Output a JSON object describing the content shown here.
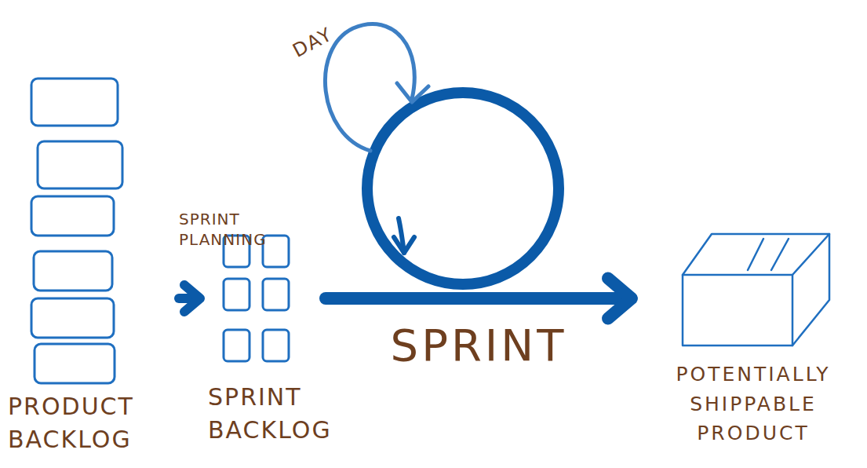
{
  "diagram": {
    "nodes": [
      {
        "text": [
          "PRODUCT BACKLOG"
        ]
      },
      {
        "text": [
          "SPRINT BACKLOG"
        ]
      },
      {
        "text": [
          "POTENTIALLY SHIPPABLE PRODUCT"
        ]
      }
    ],
    "edges": [
      {
        "from": 0,
        "to": 1,
        "arrow": "to",
        "label": "SPRINT PLANNING"
      },
      {
        "from": 1,
        "to": 2,
        "arrow": "to",
        "label": "SPRINT"
      }
    ],
    "labels": [
      "DAY"
    ]
  }
}
